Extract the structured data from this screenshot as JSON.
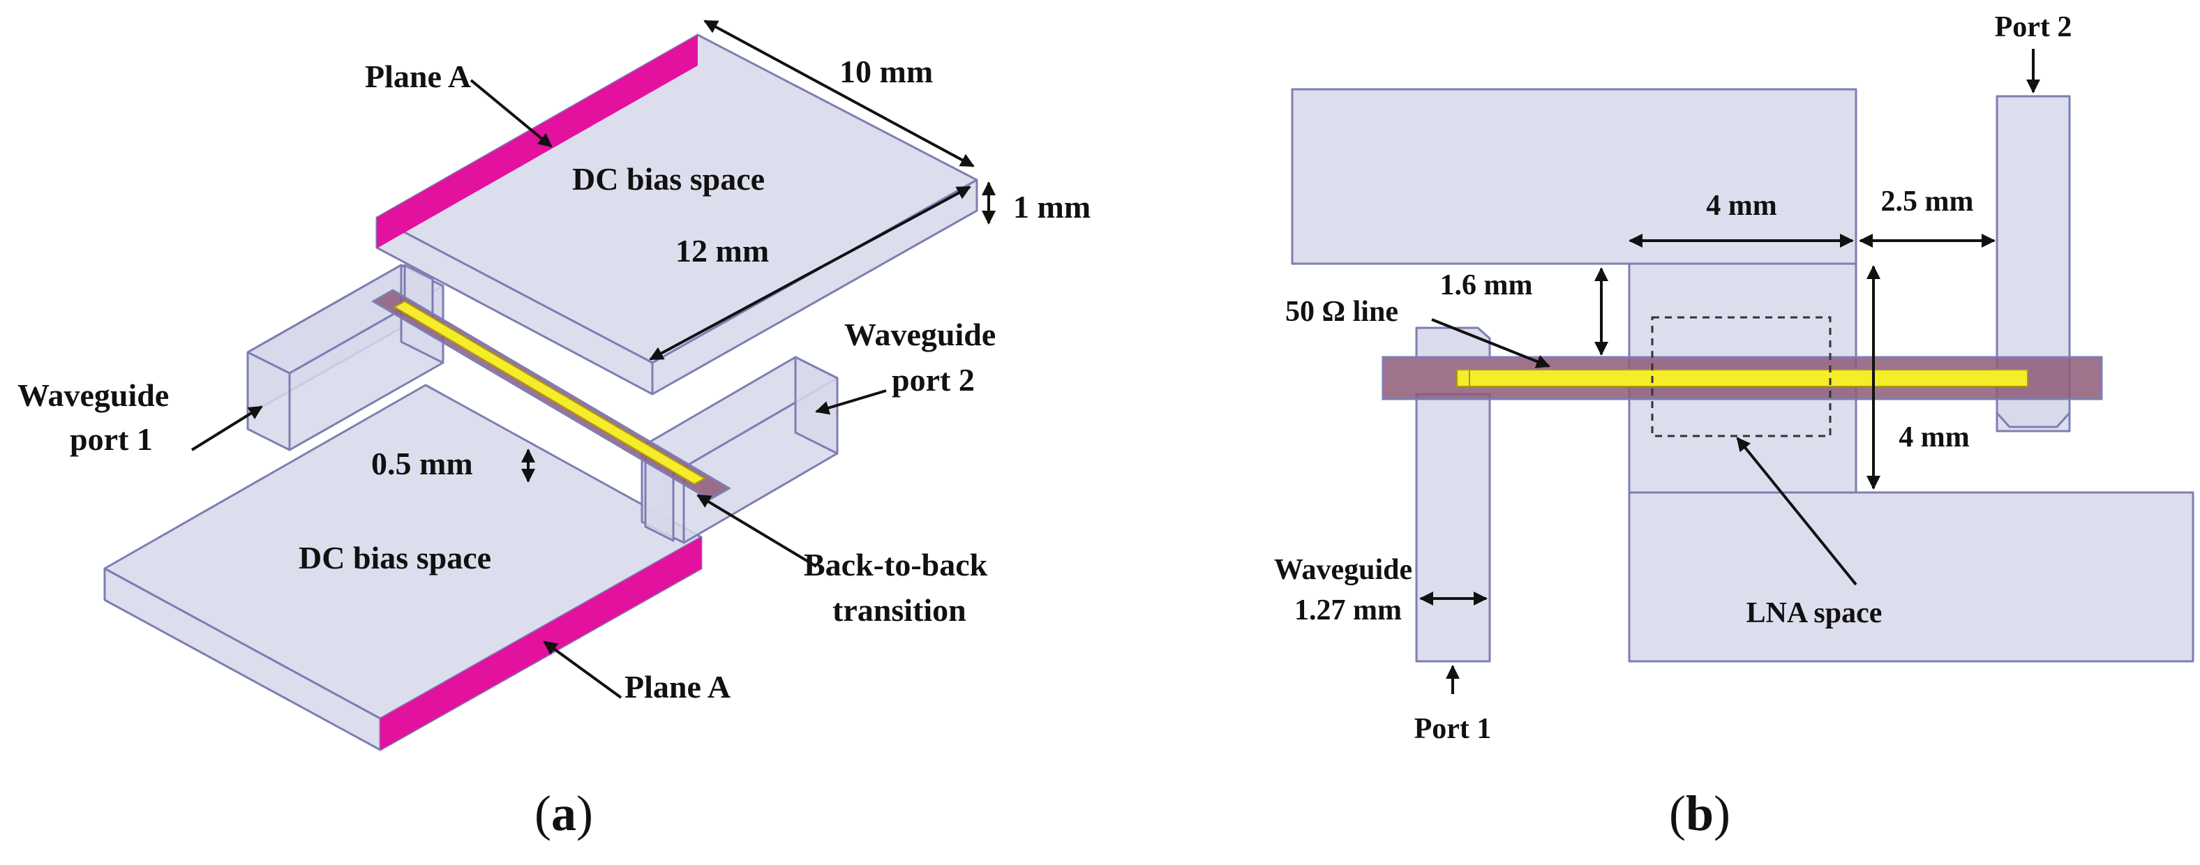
{
  "colors": {
    "block_fill": "#d7d8ea",
    "block_stroke": "#7d7eb3",
    "plane_a": "#e3129e",
    "substrate": "#8e5a78",
    "microstrip": "#f5ec2a",
    "microstrip_edge": "#a89a10",
    "text": "#111111"
  },
  "panel_a": {
    "caption_open": "(",
    "caption_letter": "a",
    "caption_close": ")",
    "labels": {
      "plane_a_top": "Plane A",
      "plane_a_bottom": "Plane A",
      "dc_bias_top": "DC bias space",
      "dc_bias_bottom": "DC bias space",
      "waveguide_port1_line1": "Waveguide",
      "waveguide_port1_line2": "port 1",
      "waveguide_port2_line1": "Waveguide",
      "waveguide_port2_line2": "port 2",
      "transition_line1": "Back-to-back",
      "transition_line2": "transition"
    },
    "dimensions": {
      "width": "10 mm",
      "height": "1 mm",
      "length": "12 mm",
      "gap": "0.5 mm"
    }
  },
  "panel_b": {
    "caption_open": "(",
    "caption_letter": "b",
    "caption_close": ")",
    "labels": {
      "port1": "Port 1",
      "port2": "Port 2",
      "line": "50 Ω line",
      "lna_space": "LNA space",
      "waveguide_line1": "Waveguide",
      "waveguide_line2": "1.27 mm"
    },
    "dimensions": {
      "lna_width": "4 mm",
      "port_offset": "2.5 mm",
      "line_offset": "1.6 mm",
      "lna_height": "4 mm"
    }
  }
}
